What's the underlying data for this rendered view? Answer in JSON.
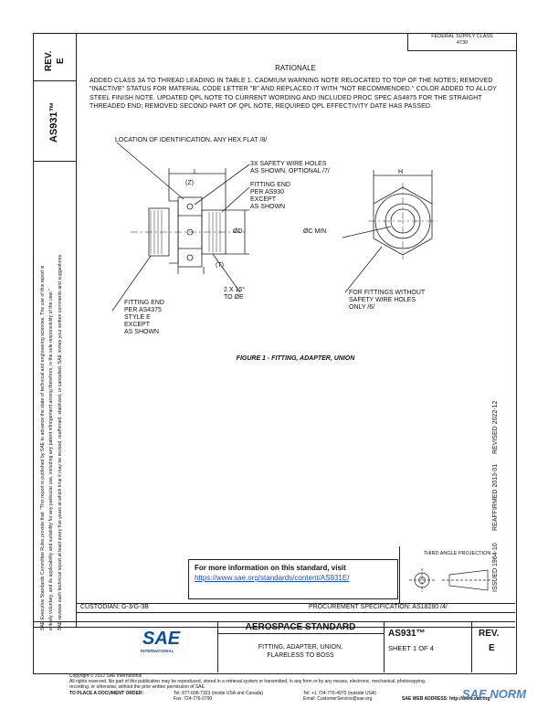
{
  "header": {
    "rev_label": "REV.",
    "rev_value": "E",
    "doc_number": "AS931™",
    "federal_class": "FEDERAL SUPPLY CLASS",
    "federal_class_num": "4730"
  },
  "rationale": {
    "title": "RATIONALE",
    "body": "ADDED CLASS 3A TO THREAD LEADING IN TABLE 1. CADMIUM WARNING NOTE RELOCATED TO TOP OF THE NOTES; REMOVED \"INACTIVE\" STATUS FOR MATERIAL CODE LETTER \"B\" AND REPLACED IT WITH \"NOT RECOMMENDED.\" COLOR ADDED TO ALLOY STEEL FINISH NOTE. UPDATED QPL NOTE TO CURRENT WORDING AND INCLUDED PROC SPEC AS4875 FOR THE STRAIGHT THREADED END; REMOVED SECOND PART OF QPL NOTE, REQUIRED QPL EFFECTIVITY DATE HAS PASSED."
  },
  "figure": {
    "labels": {
      "location": "LOCATION OF IDENTIFICATION, ANY HEX FLAT /8/",
      "safety_wire_1": "3X SAFETY WIRE HOLES",
      "safety_wire_2": "AS SHOWN, OPTIONAL /7/",
      "fitting_end_1": "FITTING END",
      "fitting_end_2": "PER AS930",
      "fitting_end_3": "EXCEPT",
      "fitting_end_4": "AS SHOWN",
      "dim_L": "L",
      "dim_Z": "(Z)",
      "dim_D": "ØD",
      "dim_T": "(T)",
      "dim_H": "H",
      "dim_C": "ØC MIN",
      "chamfer_1": "2 X 15°",
      "chamfer_2": "TO ØE",
      "fitting_end_b1": "FITTING END",
      "fitting_end_b2": "PER AS4375",
      "fitting_end_b3": "STYLE E",
      "fitting_end_b4": "EXCEPT",
      "fitting_end_b5": "AS SHOWN",
      "no_holes_1": "FOR FITTINGS WITHOUT",
      "no_holes_2": "SAFETY WIRE HOLES",
      "no_holes_3": "ONLY /6/"
    },
    "caption": "FIGURE 1 - FITTING, ADAPTER, UNION"
  },
  "info": {
    "title": "For more information on this standard, visit",
    "link": "https://www.sae.org/standards/content/AS931E/"
  },
  "projection": "THIRD ANGLE PROJECTION",
  "side_dates": {
    "issued": "ISSUED 1964-10",
    "reaffirmed": "REAFFIRMED 2013-01",
    "revised": "REVISED 2022-12"
  },
  "side_note": {
    "line1": "SAE Executive Standards Committee Rules provide that: \"This report is published by SAE to advance the state of technical and engineering sciences. The use of this report is",
    "line2": "entirely voluntary, and its applicability and suitability for any particular use, including any patent infringement arising therefrom, is the sole responsibility of the user.\"",
    "line3": "SAE reviews each technical report at least every five years at which time it may be revised, reaffirmed, stabilized, or cancelled. SAE invites your written comments and suggestions."
  },
  "footer": {
    "custodian": "CUSTODIAN: G-3/G-3B",
    "procurement": "PROCUREMENT SPECIFICATION: AS18280 /4/",
    "std_title": "AEROSPACE STANDARD",
    "std_sub1": "FITTING, ADAPTER, UNION,",
    "std_sub2": "FLARELESS TO BOSS",
    "doc": "AS931™",
    "sheet": "SHEET 1 OF 4",
    "rev_label": "REV.",
    "rev_value": "E",
    "logo_text": "SAE",
    "logo_sub": "INTERNATIONAL",
    "watermark": "SAE NORM"
  },
  "copyright": {
    "l1": "Copyright © 2022 SAE International",
    "l2": "All rights reserved. No part of this publication may be reproduced, stored in a retrieval system or transmitted, in any form or by any means, electronic, mechanical, photocopying,",
    "l3": "recording, or otherwise, without the prior written permission of SAE.",
    "order": "TO PLACE A DOCUMENT ORDER:",
    "tel1": "Tel:    877-606-7323 (inside USA and Canada)",
    "tel2": "Tel:    +1 724-776-4970 (outside USA)",
    "fax": "Fax:    724-776-0790",
    "email": "Email: CustomerService@sae.org",
    "web": "SAE WEB ADDRESS:  http://www.sae.org"
  }
}
